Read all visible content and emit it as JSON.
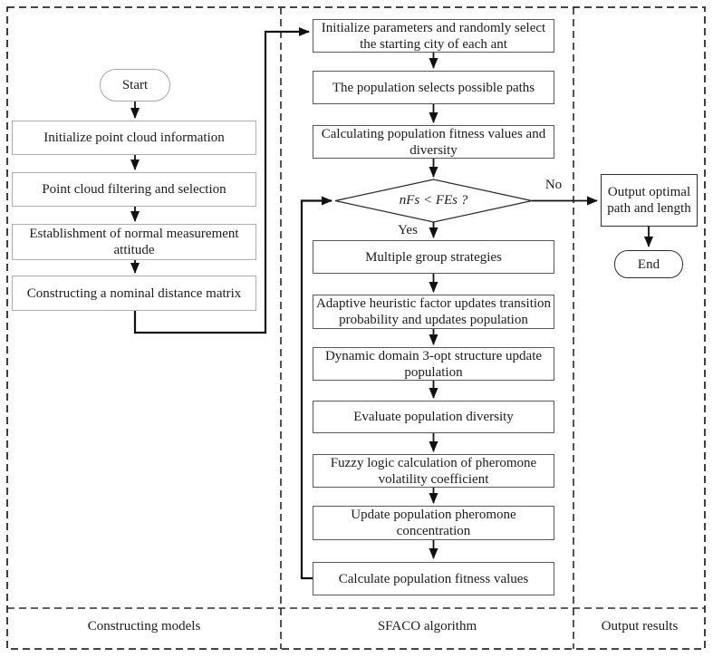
{
  "lanes": {
    "left_label": "Constructing models",
    "middle_label": "SFACO algorithm",
    "right_label": "Output results"
  },
  "left": {
    "start": "Start",
    "step1": "Initialize point cloud information",
    "step2": "Point cloud filtering and selection",
    "step3": "Establishment of normal measurement attitude",
    "step4": "Constructing a nominal distance matrix"
  },
  "middle": {
    "step1": "Initialize parameters and randomly select the starting city of each ant",
    "step2": "The population selects possible paths",
    "step3": "Calculating population fitness values and diversity",
    "decision": "nFs < FEs ?",
    "decision_yes": "Yes",
    "decision_no": "No",
    "step4": "Multiple group strategies",
    "step5": "Adaptive heuristic factor updates transition probability and updates population",
    "step6": "Dynamic domain 3-opt structure update population",
    "step7": "Evaluate population diversity",
    "step8": "Fuzzy logic calculation of pheromone volatility coefficient",
    "step9": "Update population pheromone concentration",
    "step10": "Calculate population fitness values"
  },
  "right": {
    "output": "Output optimal path and length",
    "end": "End"
  },
  "colors": {
    "line": "#111111",
    "dashed_border": "#2b2b2b",
    "light_box_border": "#aeaeae",
    "mid_box_border": "#595959",
    "dark_box_border": "#2e2e2e"
  }
}
